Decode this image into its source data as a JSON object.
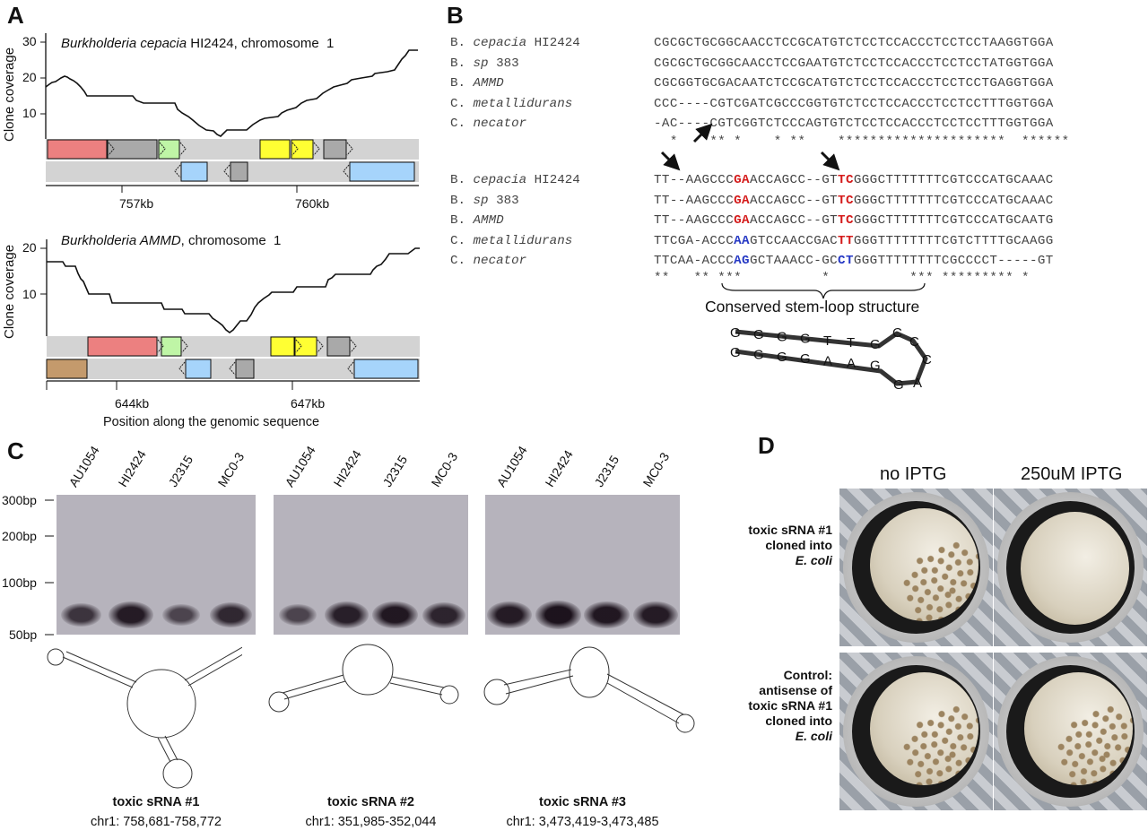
{
  "panels": {
    "A": {
      "label": "A",
      "plots": [
        {
          "title_italic": "Burkholderia cepacia",
          "title_rest": " HI2424, chromosome  1",
          "ylabel": "Clone coverage",
          "yticks": [
            "30",
            "20",
            "10"
          ],
          "xticks": [
            "757kb",
            "760kb"
          ]
        },
        {
          "title_italic": "Burkholderia AMMD",
          "title_rest": ", chromosome  1",
          "ylabel": "Clone coverage",
          "yticks": [
            "20",
            "10"
          ],
          "xticks": [
            "644kb",
            "647kb"
          ]
        }
      ],
      "xlabel": "Position along the genomic sequence",
      "colors": {
        "red": "#ec8080",
        "gray": "#a9a9a9",
        "green": "#bff5a6",
        "yellow": "#ffff33",
        "blue": "#a6d4fb",
        "brown": "#c49a6c",
        "track": "#d3d3d3"
      }
    },
    "B": {
      "label": "B",
      "species": [
        {
          "genus": "B.",
          "italic": "cepacia",
          "rest": " HI2424"
        },
        {
          "genus": "B.",
          "italic": "sp",
          "rest": " 383"
        },
        {
          "genus": "B.",
          "italic": "AMMD",
          "rest": ""
        },
        {
          "genus": "C.",
          "italic": "metallidurans",
          "rest": ""
        },
        {
          "genus": "C.",
          "italic": "necator",
          "rest": ""
        }
      ],
      "block1": [
        "CGCGCTGCGGCAACCTCCGCATGTCTCCTCCACCCTCCTCCTAAGGTGGA",
        "CGCGCTGCGGCAACCTCCGAATGTCTCCTCCACCCTCCTCCTATGGTGGA",
        "CGCGGTGCGACAATCTCCGCATGTCTCCTCCACCCTCCTCCTGAGGTGGA",
        "CCC----CGTCGATCGCCCGGTGTCTCCTCCACCCTCCTCCTTTGGTGGA",
        "-AC----CGTCGGTCTCCCAGTGTCTCCTCCACCCTCCTCCTTTGGTGGA"
      ],
      "block1_stars": "  *    ** *    * **    *********************  ******",
      "block2": [
        {
          "pre": "TT--AAGCCC",
          "m1": "GA",
          "mid": "ACCAGCC--GT",
          "m2": "TC",
          "post": "GGGCTTTTTTTCGTCCCATGCAAAC",
          "c1": "red",
          "c2": "red"
        },
        {
          "pre": "TT--AAGCCC",
          "m1": "GA",
          "mid": "ACCAGCC--GT",
          "m2": "TC",
          "post": "GGGCTTTTTTTCGTCCCATGCAAAC",
          "c1": "red",
          "c2": "red"
        },
        {
          "pre": "TT--AAGCCC",
          "m1": "GA",
          "mid": "ACCAGCC--GT",
          "m2": "TC",
          "post": "GGGCTTTTTTTCGTCCCATGCAATG",
          "c1": "red",
          "c2": "red"
        },
        {
          "pre": "TTCGA-ACCC",
          "m1": "AA",
          "mid": "GTCCAACCGAC",
          "m2": "TT",
          "post": "GGGTTTTTTTTCGTCTTTTGCAAGG",
          "c1": "blue",
          "c2": "red"
        },
        {
          "pre": "TTCAA-ACCC",
          "m1": "AG",
          "mid": "GCTAAACC-GC",
          "m2": "CT",
          "post": "GGGTTTTTTTTCGCCCCT-----GT",
          "c1": "blue",
          "c2": "blue"
        }
      ],
      "block2_stars": "**   ** ***          *          *** ********* *",
      "annotation": "Conserved stem-loop structure",
      "stemloop_top": [
        "G",
        "G",
        "G",
        "G",
        "T",
        "T",
        "G"
      ],
      "stemloop_bottom": [
        "G",
        "G",
        "G",
        "G",
        "A",
        "A",
        "G"
      ],
      "stemloop_loop": [
        "C",
        "C",
        "C",
        "A",
        "G"
      ]
    },
    "C": {
      "label": "C",
      "size_markers": [
        "300bp",
        "200bp",
        "100bp",
        "50bp"
      ],
      "lanes": [
        "AU1054",
        "HI2424",
        "J2315",
        "MC0-3"
      ],
      "gels": [
        {
          "band_intensity": [
            0.55,
            0.85,
            0.35,
            0.7
          ],
          "caption_title": "toxic sRNA #1",
          "caption_coords": "chr1: 758,681-758,772"
        },
        {
          "band_intensity": [
            0.35,
            0.8,
            0.9,
            0.75
          ],
          "caption_title": "toxic sRNA #2",
          "caption_coords": "chr1: 351,985-352,044"
        },
        {
          "band_intensity": [
            0.85,
            0.95,
            0.9,
            0.85
          ],
          "caption_title": "toxic sRNA #3",
          "caption_coords": "chr1: 3,473,419-3,473,485"
        }
      ]
    },
    "D": {
      "label": "D",
      "col_headers": [
        "no IPTG",
        "250uM IPTG"
      ],
      "rows": [
        {
          "lines": [
            "toxic sRNA #1",
            "cloned into"
          ],
          "italic_line": "E. coli",
          "growth": [
            "colonies",
            "lawn"
          ]
        },
        {
          "lines": [
            "Control:",
            "antisense of",
            "toxic sRNA #1",
            "cloned into"
          ],
          "italic_line": "E. coli",
          "growth": [
            "colonies",
            "colonies"
          ]
        }
      ]
    }
  }
}
